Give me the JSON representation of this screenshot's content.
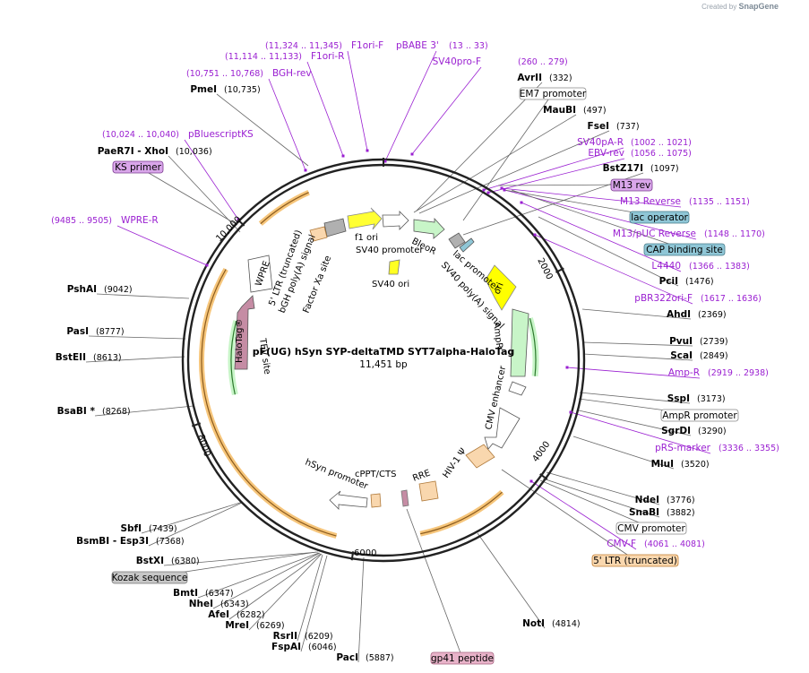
{
  "credit": {
    "prefix": "Created by",
    "brand": "SnapGene"
  },
  "plasmid": {
    "name": "pF(UG) hSyn SYP-deltaTMD SYT7alpha-HaloTag",
    "size_label": "11,451 bp"
  },
  "ticks": [
    "2000",
    "4000",
    "6000",
    "8000",
    "10,000"
  ],
  "sites": [
    {
      "name": "AvrII",
      "pos": "(332)"
    },
    {
      "name": "MauBI",
      "pos": "(497)"
    },
    {
      "name": "FseI",
      "pos": "(737)"
    },
    {
      "name": "BstZ17I",
      "pos": "(1097)"
    },
    {
      "name": "PciI",
      "pos": "(1476)"
    },
    {
      "name": "AhdI",
      "pos": "(2369)"
    },
    {
      "name": "PvuI",
      "pos": "(2739)"
    },
    {
      "name": "ScaI",
      "pos": "(2849)"
    },
    {
      "name": "SspI",
      "pos": "(3173)"
    },
    {
      "name": "SgrDI",
      "pos": "(3290)"
    },
    {
      "name": "MluI",
      "pos": "(3520)"
    },
    {
      "name": "NdeI",
      "pos": "(3776)"
    },
    {
      "name": "SnaBI",
      "pos": "(3882)"
    },
    {
      "name": "NotI",
      "pos": "(4814)"
    },
    {
      "name": "PacI",
      "pos": "(5887)"
    },
    {
      "name": "FspAI",
      "pos": "(6046)"
    },
    {
      "name": "RsrII",
      "pos": "(6209)"
    },
    {
      "name": "MreI",
      "pos": "(6269)"
    },
    {
      "name": "AfeI",
      "pos": "(6282)"
    },
    {
      "name": "NheI",
      "pos": "(6343)"
    },
    {
      "name": "BmtI",
      "pos": "(6347)"
    },
    {
      "name": "BstXI",
      "pos": "(6380)"
    },
    {
      "name": "BsmBI - Esp3I",
      "pos": "(7368)"
    },
    {
      "name": "SbfI",
      "pos": "(7439)"
    },
    {
      "name": "BsaBI *",
      "pos": "(8268)"
    },
    {
      "name": "BstEII",
      "pos": "(8613)"
    },
    {
      "name": "PasI",
      "pos": "(8777)"
    },
    {
      "name": "PshAI",
      "pos": "(9042)"
    },
    {
      "name": "PaeR7I - XhoI",
      "pos": "(10,036)"
    },
    {
      "name": "PmeI",
      "pos": "(10,735)"
    }
  ],
  "primers": [
    {
      "name": "pBABE 3'",
      "range": "(13 .. 33)"
    },
    {
      "name": "SV40pro-F",
      "range": "(260 .. 279)"
    },
    {
      "name": "SV40pA-R",
      "range": "(1002 .. 1021)"
    },
    {
      "name": "EBV-rev",
      "range": "(1056 .. 1075)"
    },
    {
      "name": "M13 Reverse",
      "range": "(1135 .. 1151)"
    },
    {
      "name": "M13/pUC Reverse",
      "range": "(1148 .. 1170)"
    },
    {
      "name": "L4440",
      "range": "(1366 .. 1383)"
    },
    {
      "name": "pBR322ori-F",
      "range": "(1617 .. 1636)"
    },
    {
      "name": "Amp-R",
      "range": "(2919 .. 2938)"
    },
    {
      "name": "pRS-marker",
      "range": "(3336 .. 3355)"
    },
    {
      "name": "CMV-F",
      "range": "(4061 .. 4081)"
    },
    {
      "name": "WPRE-R",
      "range": "(9485 .. 9505)"
    },
    {
      "name": "pBluescriptKS",
      "range": "(10,024 .. 10,040)"
    },
    {
      "name": "BGH-rev",
      "range": "(10,751 .. 10,768)"
    },
    {
      "name": "F1ori-R",
      "range": "(11,114 .. 11,133)"
    },
    {
      "name": "F1ori-F",
      "range": "(11,324 .. 11,345)"
    }
  ],
  "boxed": [
    {
      "name": "EM7 promoter"
    },
    {
      "name": "M13 rev"
    },
    {
      "name": "lac operator"
    },
    {
      "name": "CAP binding site"
    },
    {
      "name": "AmpR promoter"
    },
    {
      "name": "CMV promoter"
    },
    {
      "name": "5' LTR (truncated)"
    },
    {
      "name": "gp41 peptide"
    },
    {
      "name": "Kozak sequence"
    },
    {
      "name": "KS primer"
    }
  ],
  "inner_labels": [
    "f1 ori",
    "SV40 promoter",
    "BleoR",
    "SV40 ori",
    "lac promoter",
    "SV40 poly(A) signal",
    "ori",
    "AmpR",
    "CMV enhancer",
    "HIV-1 Ψ",
    "RRE",
    "cPPT/CTS",
    "hSyn promoter",
    "TEV site",
    "HaloTag®",
    "Factor Xa site",
    "bGH poly(A) signal",
    "5' LTR (truncated)",
    "WPRE"
  ],
  "colors": {
    "enzyme_text": "#000000",
    "primer": "#9a1fd1",
    "gene_orange": "#f3a23a",
    "ori_yellow": "#f2f200",
    "amp_green": "#c8f5c8",
    "halotag": "#c58ca4"
  }
}
